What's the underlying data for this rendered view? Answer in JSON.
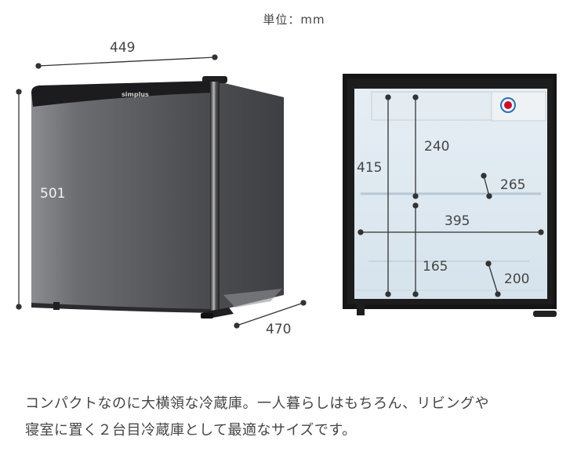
{
  "header": {
    "unit_label": "単位：mm"
  },
  "exterior": {
    "brand_logo": "simplus",
    "dimensions": {
      "width": "449",
      "height": "501",
      "depth": "470"
    }
  },
  "interior": {
    "dimensions": {
      "total_height": "415",
      "upper_height": "240",
      "upper_depth": "265",
      "width": "395",
      "lower_height": "165",
      "lower_depth": "200"
    }
  },
  "description": {
    "line1": "コンパクトなのに大横領な冷蔵庫。一人暮らしはもちろん、リビングや",
    "line2": "寝室に置く２台目冷蔵庫として最適なサイズです。"
  },
  "colors": {
    "fridge_body": "#4a4b4f",
    "fridge_trim": "#1c1c1e",
    "interior": "#dfe9f0",
    "dimension_line": "#333333",
    "dial_red": "#c8102e",
    "dial_blue": "#2a6fb5"
  }
}
